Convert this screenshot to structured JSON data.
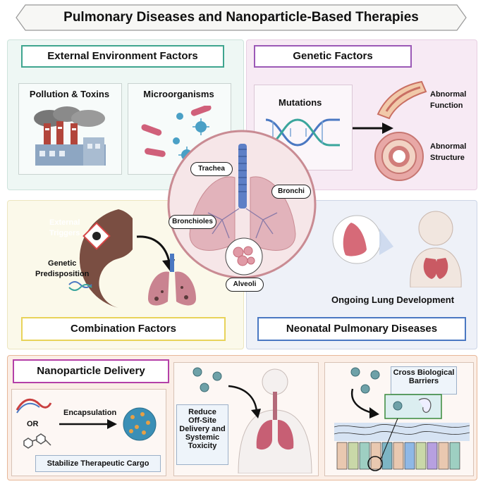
{
  "title": "Pulmonary Diseases and Nanoparticle-Based Therapies",
  "external": {
    "heading": "External Environment Factors",
    "pollution": "Pollution & Toxins",
    "micro": "Microorganisms"
  },
  "genetic": {
    "heading": "Genetic Factors",
    "mutations": "Mutations",
    "abnormal_function_1": "Abnormal",
    "abnormal_function_2": "Function",
    "abnormal_structure_1": "Abnormal",
    "abnormal_structure_2": "Structure"
  },
  "lung": {
    "trachea": "Trachea",
    "bronchi": "Bronchi",
    "bronchioles": "Bronchioles",
    "alveoli": "Alveoli"
  },
  "combination": {
    "heading": "Combination Factors",
    "external_triggers_1": "External",
    "external_triggers_2": "Triggers",
    "genetic_pred_1": "Genetic",
    "genetic_pred_2": "Predisposition"
  },
  "neonatal": {
    "heading": "Neonatal Pulmonary Diseases",
    "ongoing": "Ongoing Lung Development"
  },
  "nano": {
    "heading": "Nanoparticle Delivery",
    "or": "OR",
    "encapsulation": "Encapsulation",
    "stabilize": "Stabilize Therapeutic Cargo",
    "reduce_1": "Reduce",
    "reduce_2": "Off-Site",
    "reduce_3": "Delivery and",
    "reduce_4": "Systemic",
    "reduce_5": "Toxicity",
    "cross_1": "Cross Biological",
    "cross_2": "Barriers"
  },
  "colors": {
    "teal": "#3fa58f",
    "purple": "#9b59b6",
    "yellow": "#e8d35a",
    "blue": "#4a78c2",
    "magenta": "#b440a8",
    "lung_pink": "#d9a0ab",
    "brown": "#7a4e42"
  }
}
